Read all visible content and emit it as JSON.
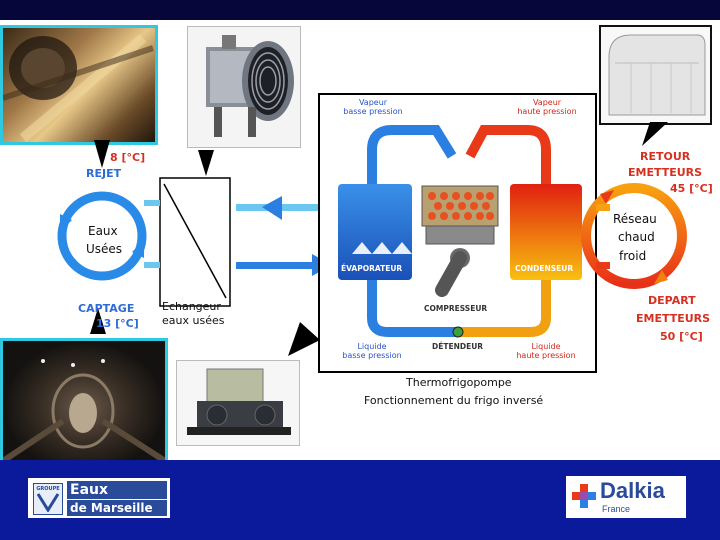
{
  "left_loop": {
    "top_temp": "8 [°C]",
    "top_label": "REJET",
    "center_line1": "Eaux",
    "center_line2": "Usées",
    "bottom_label": "CAPTAGE",
    "bottom_temp": "13 [°C]"
  },
  "exchanger_label_line1": "Echangeur",
  "exchanger_label_line2": "eaux usées",
  "right_loop": {
    "top_label_line1": "RETOUR",
    "top_label_line2": "EMETTEURS",
    "top_temp": "45 [°C]",
    "center_line1": "Réseau",
    "center_line2": "chaud",
    "center_line3": "froid",
    "bottom_label_line1": "DEPART",
    "bottom_label_line2": "EMETTEURS",
    "bottom_temp": "50 [°C]"
  },
  "heat_pump": {
    "vapor_low_line1": "Vapeur",
    "vapor_low_line2": "basse pression",
    "vapor_high_line1": "Vapeur",
    "vapor_high_line2": "haute pression",
    "evaporator": "ÉVAPORATEUR",
    "condenser": "CONDENSEUR",
    "compressor": "COMPRESSEUR",
    "expander": "DÉTENDEUR",
    "liquid_low_line1": "Liquide",
    "liquid_low_line2": "basse pression",
    "liquid_high_line1": "Liquide",
    "liquid_high_line2": "haute pression"
  },
  "caption_line1": "Thermofrigopompe",
  "caption_line2": "Fonctionnement du frigo inversé",
  "logos": {
    "left_small": "GROUPE",
    "left_line1": "Eaux",
    "left_line2": "de Marseille",
    "right_brand": "Dalkia",
    "right_country": "France"
  },
  "colors": {
    "cold": "#2a7fe0",
    "hot": "#e83a18",
    "frame": "#2ec8e0",
    "footer": "#0a1a9a"
  }
}
